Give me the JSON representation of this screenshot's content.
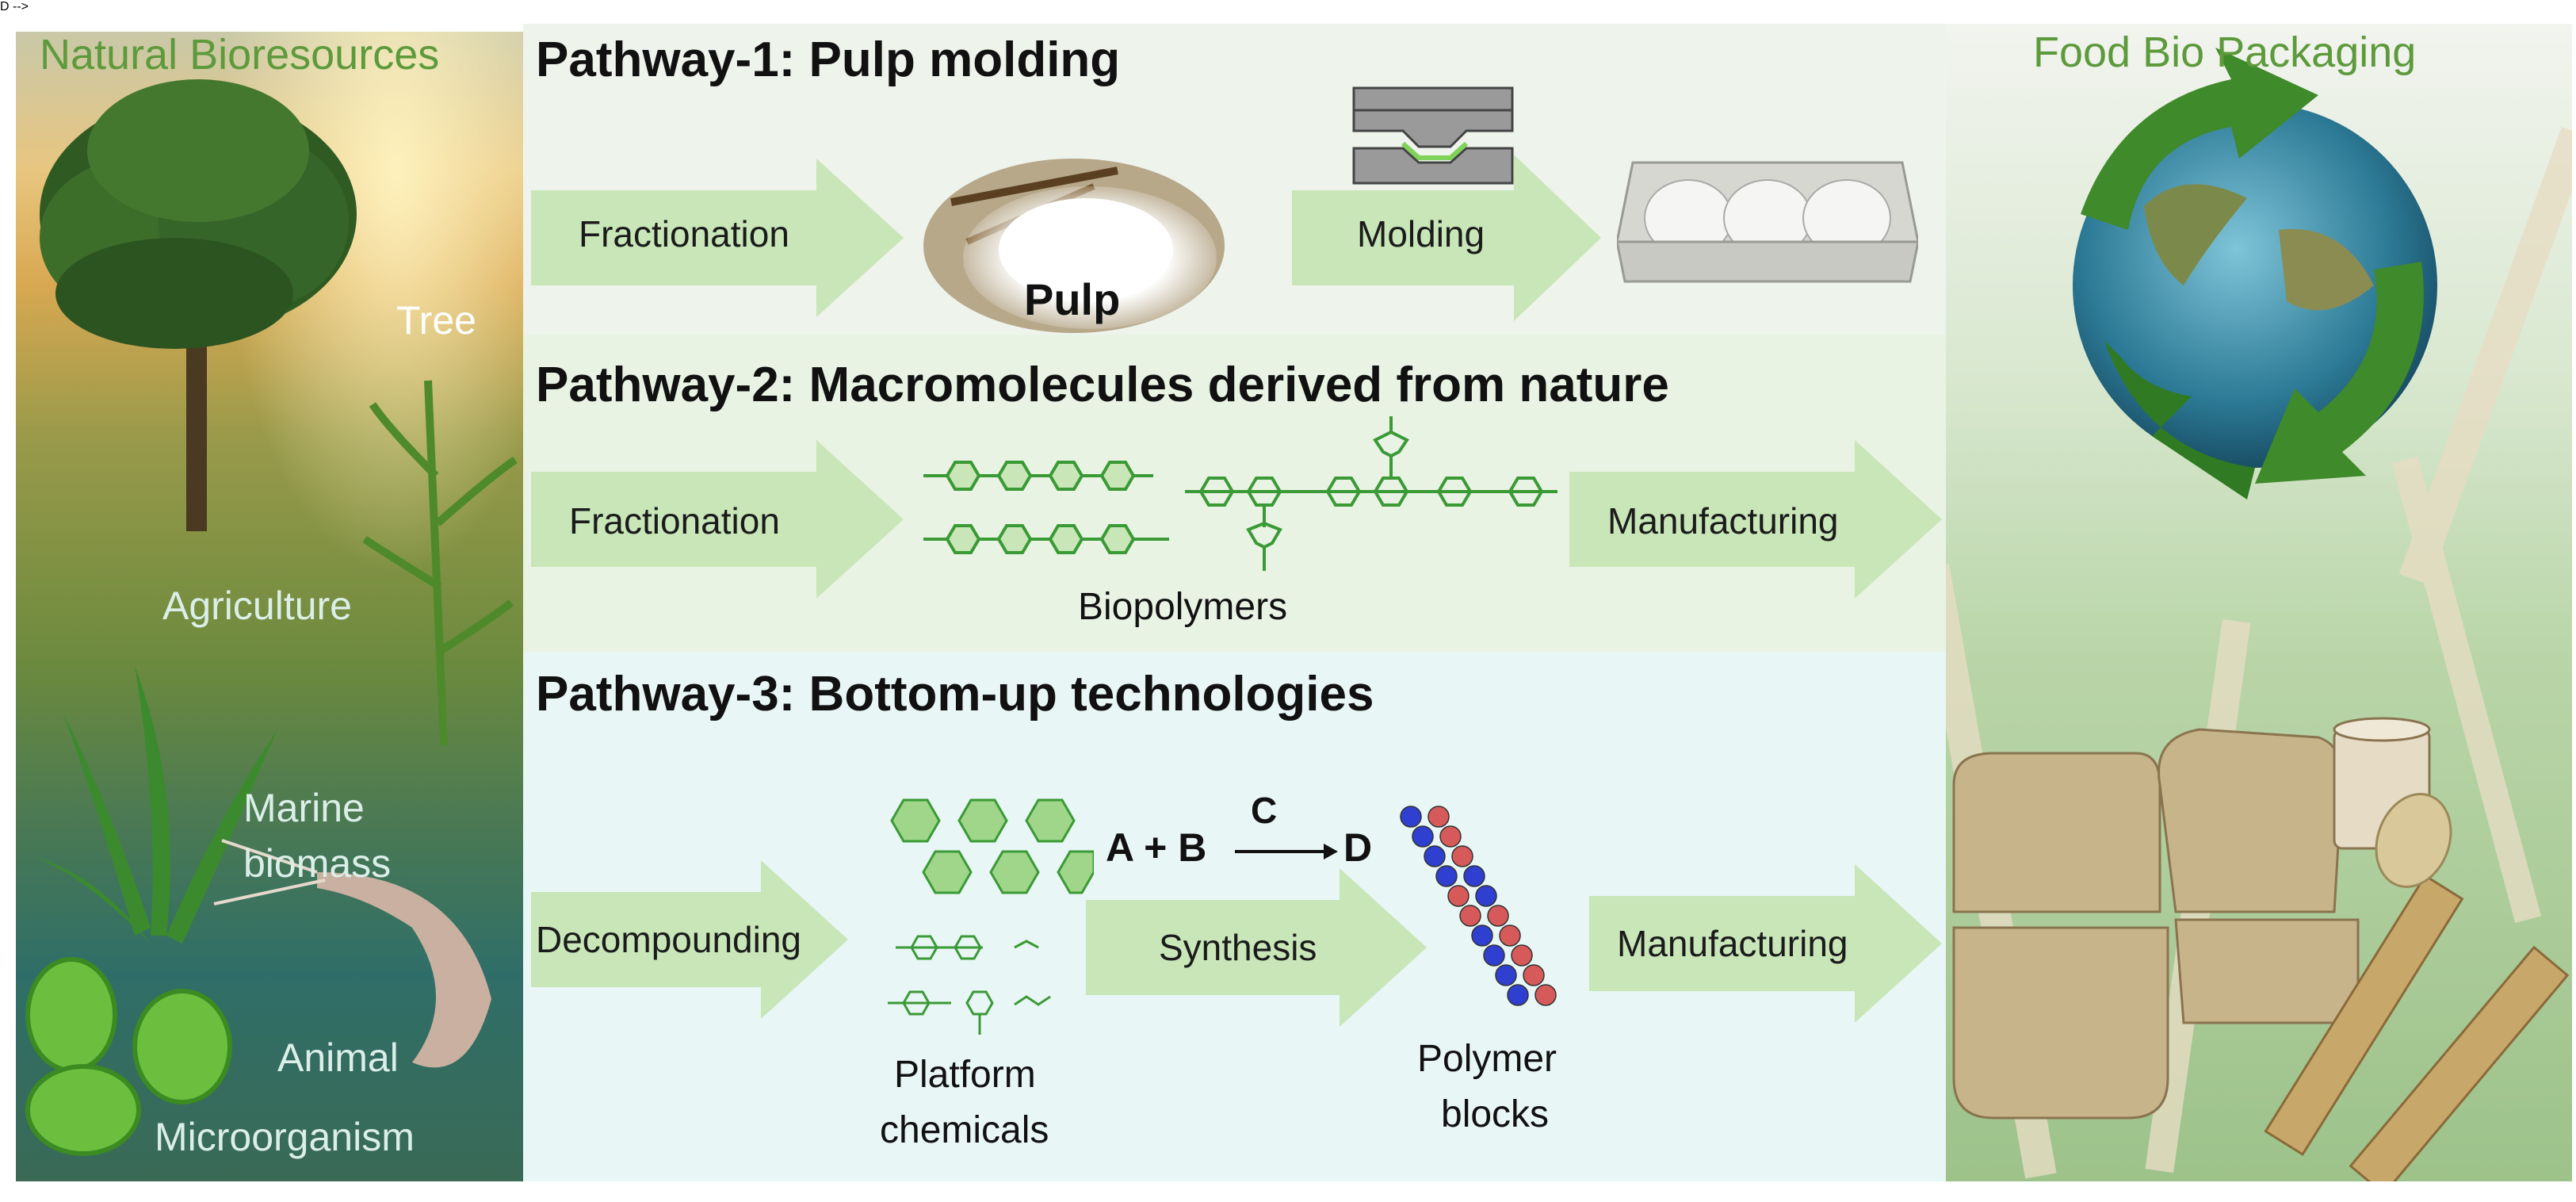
{
  "left_panel": {
    "title": "Natural Bioresources",
    "labels": {
      "tree": "Tree",
      "agriculture": "Agriculture",
      "marine": "Marine biomass",
      "marine_line1": "Marine",
      "marine_line2": "biomass",
      "animal": "Animal",
      "microorganism": "Microorganism"
    }
  },
  "right_panel": {
    "title": "Food Bio Packaging"
  },
  "pathway1": {
    "title": "Pathway-1: Pulp molding",
    "step1": "Fractionation",
    "intermediate": "Pulp",
    "step2": "Molding"
  },
  "pathway2": {
    "title": "Pathway-2: Macromolecules derived from nature",
    "step1": "Fractionation",
    "intermediate": "Biopolymers",
    "step2": "Manufacturing"
  },
  "pathway3": {
    "title": "Pathway-3: Bottom-up technologies",
    "step1": "Decompounding",
    "intermediate1_line1": "Platform",
    "intermediate1_line2": "chemicals",
    "reaction_left": "A + B",
    "reaction_catalyst": "C",
    "reaction_right": "D",
    "step2": "Synthesis",
    "intermediate2_line1": "Polymer",
    "intermediate2_line2": "blocks",
    "step3": "Manufacturing"
  },
  "colors": {
    "arrow": "#c8e6b8",
    "molecule": "#3a9a35",
    "band1": "#eef3ec",
    "band2": "#e9f3e4",
    "band3": "#e8f6f6",
    "bead_red": "#d65a5a",
    "bead_blue": "#2f3fd0"
  }
}
